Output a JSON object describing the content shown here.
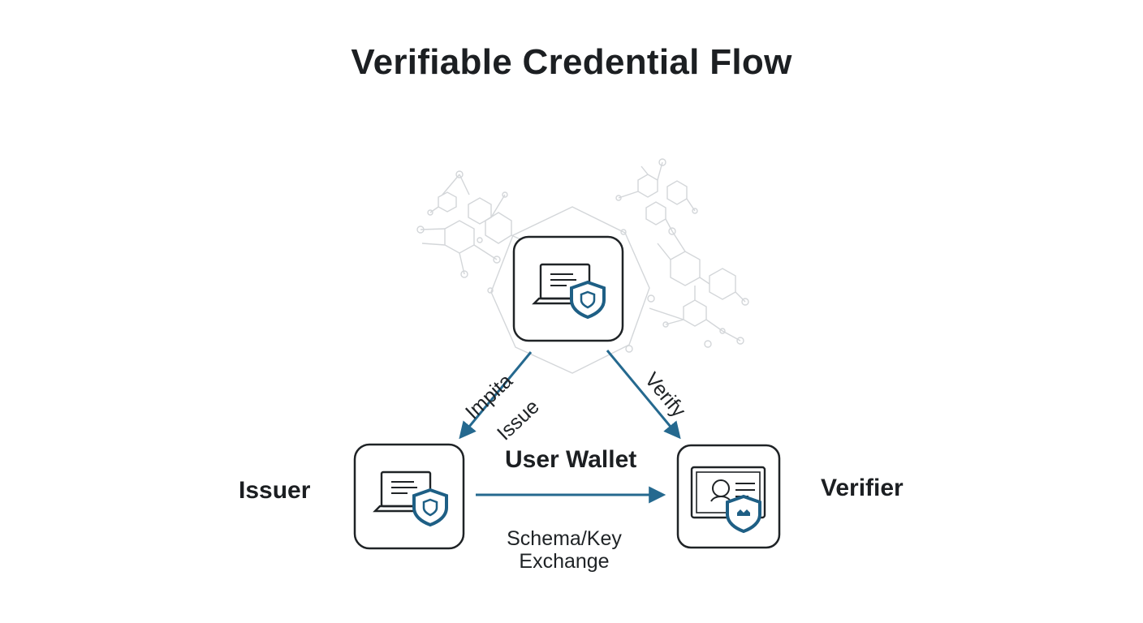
{
  "diagram": {
    "title": "Verifiable Credential Flow",
    "nodes": {
      "top": {
        "label": "",
        "icon": "laptop-shield-icon"
      },
      "issuer": {
        "label": "Issuer",
        "icon": "laptop-shield-icon"
      },
      "verifier": {
        "label": "Verifier",
        "icon": "certificate-shield-icon"
      },
      "wallet": {
        "label": "User Wallet"
      }
    },
    "edges": {
      "top_to_issuer": {
        "labels": [
          "Impita",
          "Issue"
        ]
      },
      "top_to_verifier": {
        "label": "Verify"
      },
      "issuer_to_verifier": {
        "label_lines": [
          "Schema/Key",
          "Exchange"
        ]
      }
    },
    "colors": {
      "accent": "#1e5f85",
      "arrow": "#25698f",
      "text": "#1c1f22",
      "network": "#c9cdd1"
    }
  }
}
